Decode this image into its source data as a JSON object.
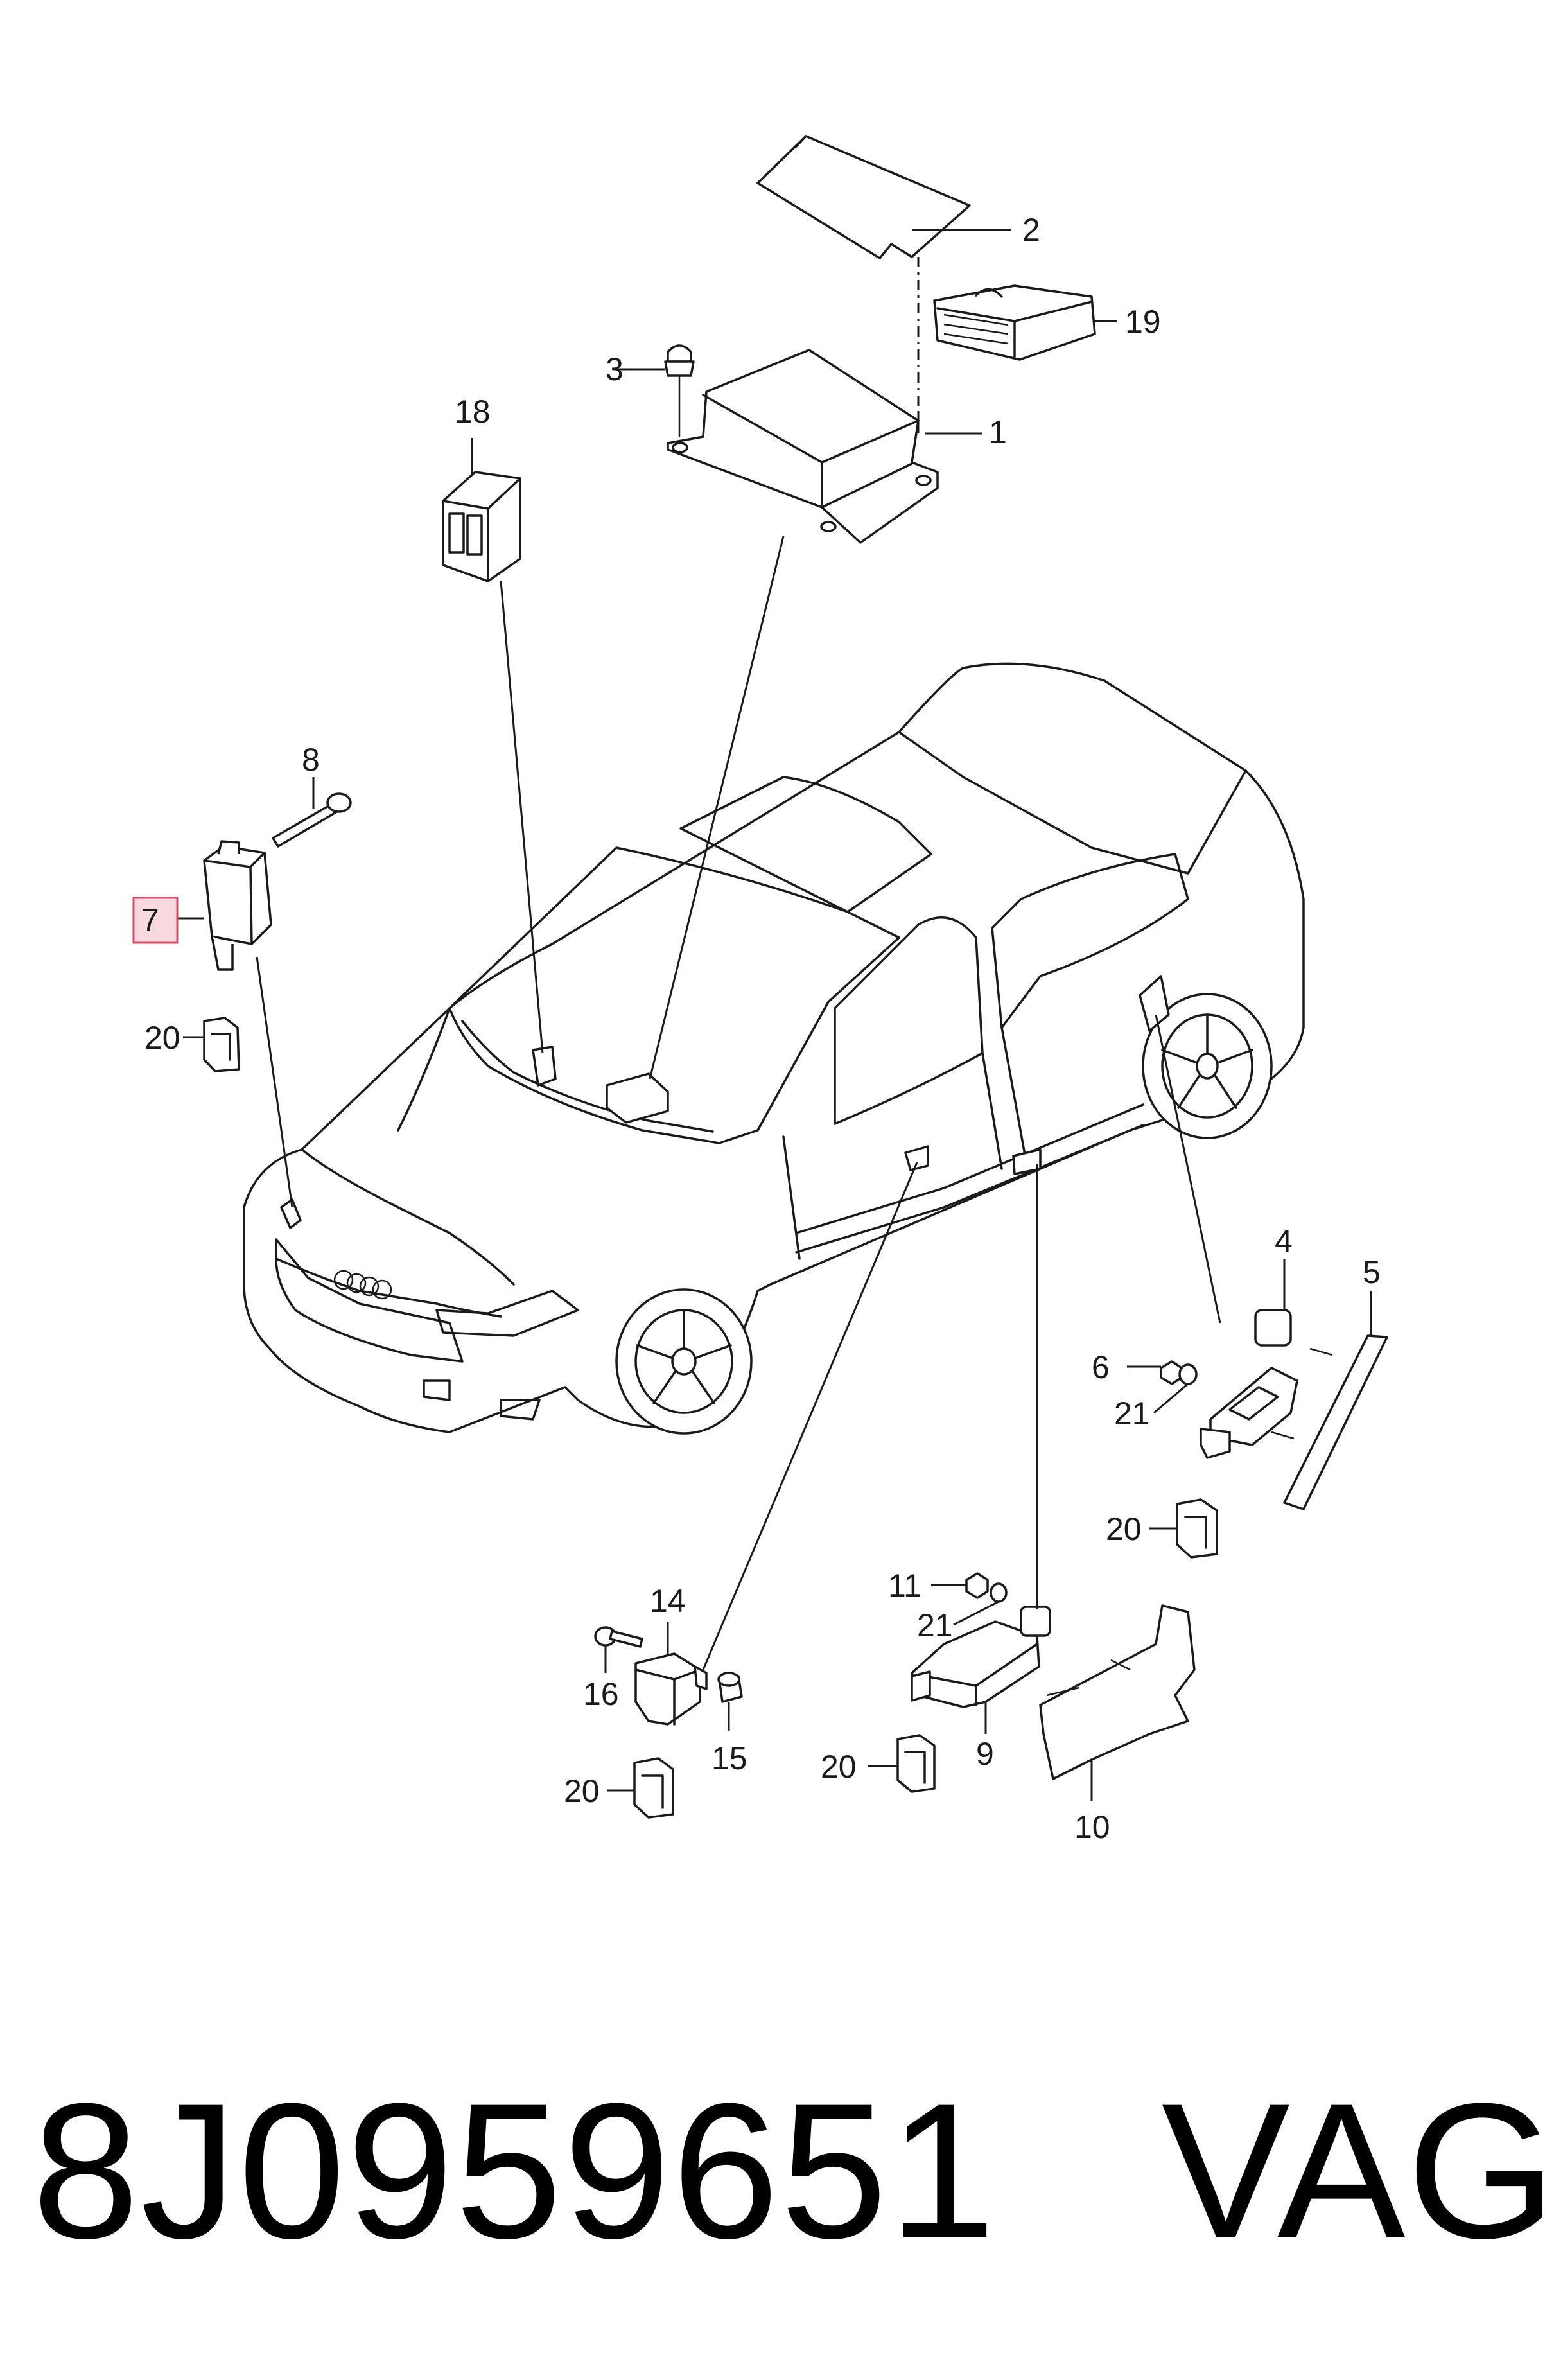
{
  "parts": [
    {
      "id": "1",
      "label": "1"
    },
    {
      "id": "2",
      "label": "2"
    },
    {
      "id": "3",
      "label": "3"
    },
    {
      "id": "4",
      "label": "4"
    },
    {
      "id": "5",
      "label": "5"
    },
    {
      "id": "6",
      "label": "6"
    },
    {
      "id": "7",
      "label": "7",
      "highlighted": true
    },
    {
      "id": "8",
      "label": "8"
    },
    {
      "id": "9",
      "label": "9"
    },
    {
      "id": "10",
      "label": "10"
    },
    {
      "id": "11",
      "label": "11"
    },
    {
      "id": "14",
      "label": "14"
    },
    {
      "id": "15",
      "label": "15"
    },
    {
      "id": "16",
      "label": "16"
    },
    {
      "id": "18",
      "label": "18"
    },
    {
      "id": "19",
      "label": "19"
    },
    {
      "id": "20",
      "label": "20"
    },
    {
      "id": "21",
      "label": "21"
    }
  ],
  "caption": {
    "part_number": "8J0959651",
    "brand": "VAG",
    "text": "8J0959651   VAG"
  },
  "colors": {
    "highlight_fill": "#f7d9df",
    "highlight_stroke": "#d84a63",
    "line": "#1a1a1a"
  }
}
